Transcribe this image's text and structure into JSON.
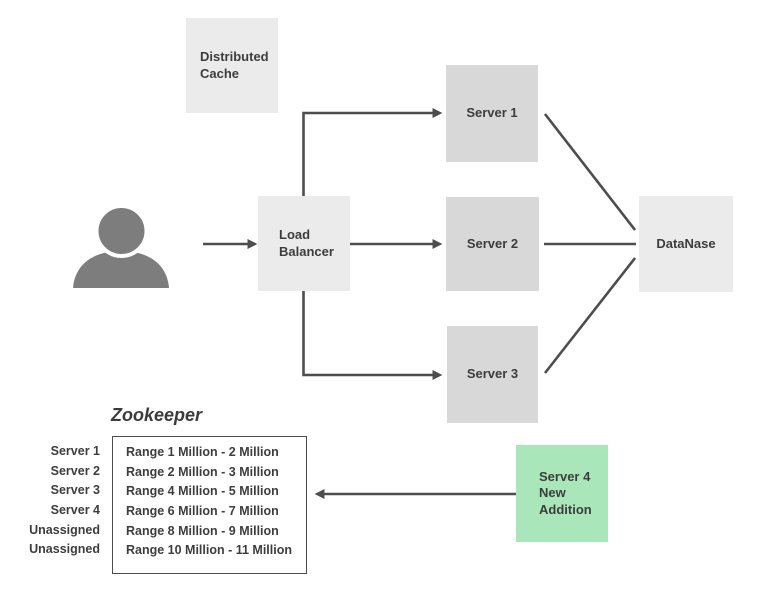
{
  "colors": {
    "server_box": "#d8d8d8",
    "light_box": "#ebebeb",
    "new_server_box": "#a9e7ba",
    "connector_line": "#4d4d4d",
    "text": "#3d3d3d",
    "person_icon": "#7d7d7d"
  },
  "nodes": {
    "distributed_cache": {
      "label": "Distributed\nCache"
    },
    "load_balancer": {
      "label": "Load\nBalancer"
    },
    "server1": {
      "label": "Server 1"
    },
    "server2": {
      "label": "Server 2"
    },
    "server3": {
      "label": "Server 3"
    },
    "datanase": {
      "label": "DataNase"
    },
    "server4_new": {
      "label": "Server 4\nNew\nAddition"
    }
  },
  "icons": {
    "person": "user-silhouette"
  },
  "zookeeper": {
    "title": "Zookeeper",
    "rows": [
      {
        "server": "Server 1",
        "range": "Range 1 Million - 2 Million"
      },
      {
        "server": "Server 2",
        "range": "Range 2 Million - 3 Million"
      },
      {
        "server": "Server 3",
        "range": "Range 4 Million - 5 Million"
      },
      {
        "server": "Server 4",
        "range": "Range 6 Million - 7 Million"
      },
      {
        "server": "Unassigned",
        "range": "Range 8 Million - 9 Million"
      },
      {
        "server": "Unassigned",
        "range": "Range 10 Million - 11 Million"
      }
    ]
  }
}
